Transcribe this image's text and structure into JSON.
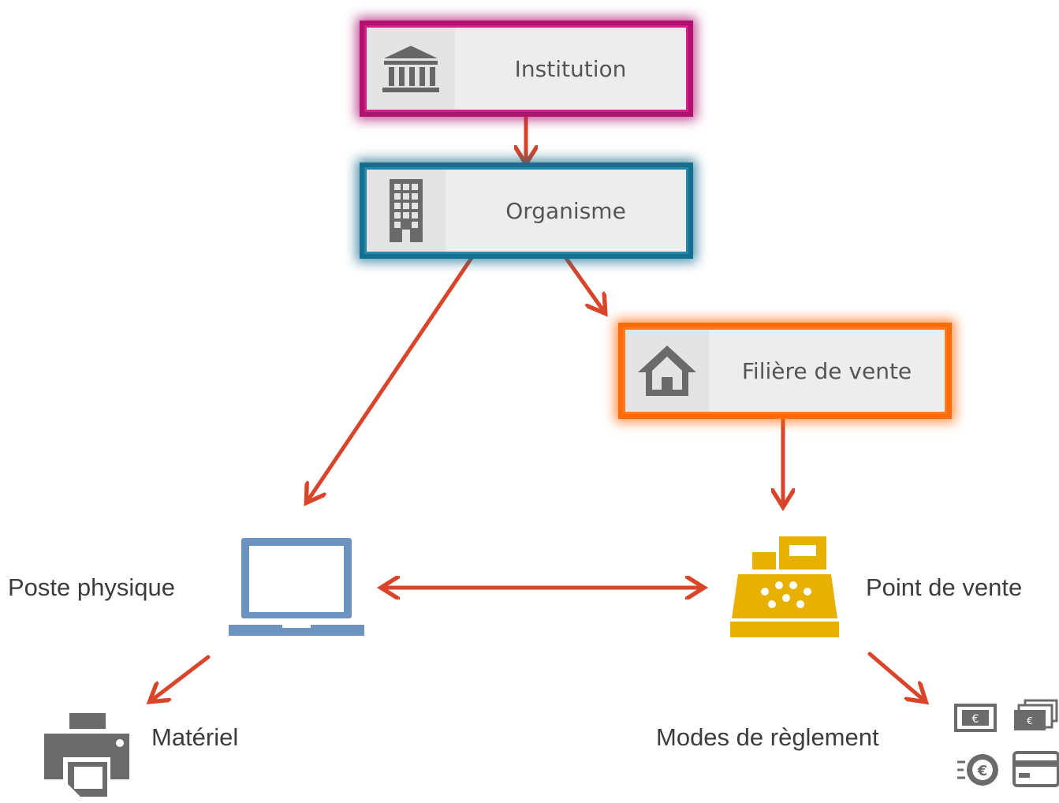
{
  "nodes": {
    "institution": {
      "label": "Institution",
      "icon": "bank-icon",
      "border_color": "#b3116f"
    },
    "organisme": {
      "label": "Organisme",
      "icon": "building-icon",
      "border_color": "#14708f"
    },
    "filiere": {
      "label": "Filière de vente",
      "icon": "house-icon",
      "border_color": "#ff6a0a"
    }
  },
  "leaves": {
    "poste": {
      "label": "Poste physique",
      "icon": "laptop-icon",
      "color": "#6d93c0"
    },
    "point": {
      "label": "Point de vente",
      "icon": "cash-register-icon",
      "color": "#e8b000"
    },
    "materiel": {
      "label": "Matériel",
      "icon": "printer-icon",
      "color": "#6b6b6b"
    },
    "modes": {
      "label": "Modes de règlement",
      "icons": [
        "banknote-icon",
        "banknotes-stack-icon",
        "euro-coin-icon",
        "credit-card-icon"
      ]
    }
  },
  "arrow_color": "#d8452a"
}
